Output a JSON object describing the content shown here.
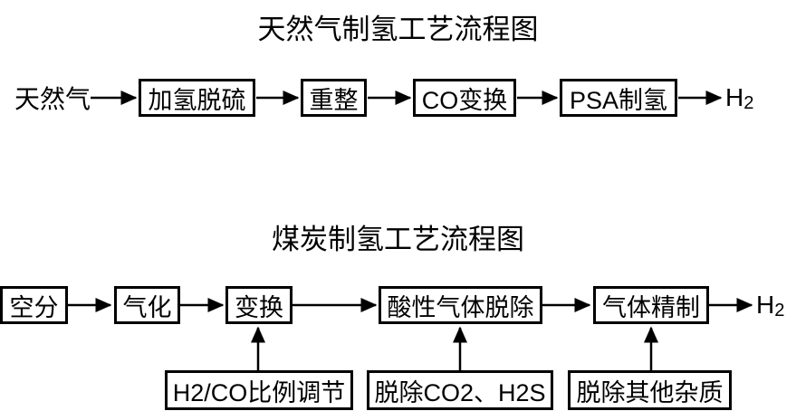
{
  "colors": {
    "line": "#000000",
    "background": "#ffffff",
    "text": "#000000"
  },
  "diagram_natural_gas": {
    "title": "天然气制氢工艺流程图",
    "input_label": "天然气",
    "steps": [
      "加氢脱硫",
      "重整",
      "CO变换",
      "PSA制氢"
    ],
    "output": {
      "symbol": "H",
      "subscript": "2"
    }
  },
  "diagram_coal": {
    "title": "煤炭制氢工艺流程图",
    "steps": [
      "空分",
      "气化",
      "变换",
      "酸性气体脱除",
      "气体精制"
    ],
    "output": {
      "symbol": "H",
      "subscript": "2"
    },
    "annotations": [
      "H2/CO比例调节",
      "脱除CO2、H2S",
      "脱除其他杂质"
    ]
  }
}
